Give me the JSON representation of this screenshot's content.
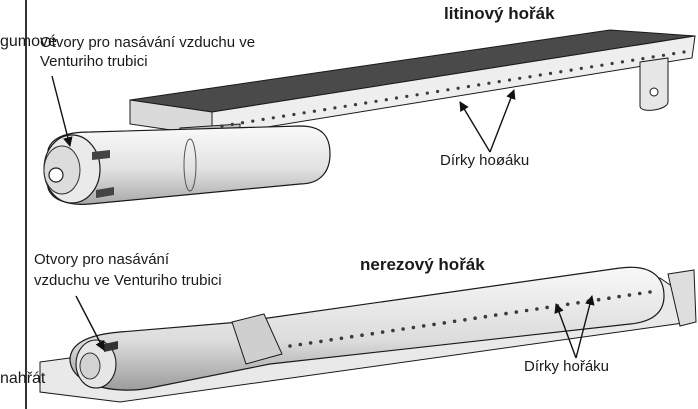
{
  "diagram": {
    "labels": {
      "cast_burner_title": "litinový hořák",
      "cast_air_intake": "Otvory pro nasávání vzduchu ve",
      "cast_air_intake_2": "Venturiho trubici",
      "cast_holes": "Dírky hoøáku",
      "stainless_burner_title": "nerezový hořák",
      "stainless_air_intake": "Otvory pro nasávání",
      "stainless_air_intake_2": "vzduchu ve Venturiho trubici",
      "stainless_holes": "Dírky hořáku",
      "left_edge_top": "gumové",
      "left_edge_bottom": "nahřát"
    },
    "colors": {
      "line": "#1a1a1a",
      "metal_light": "#f2f2f2",
      "metal_mid": "#d9d9d9",
      "metal_dark": "#9a9a9a",
      "cast_top": "#4a4a4a"
    }
  }
}
